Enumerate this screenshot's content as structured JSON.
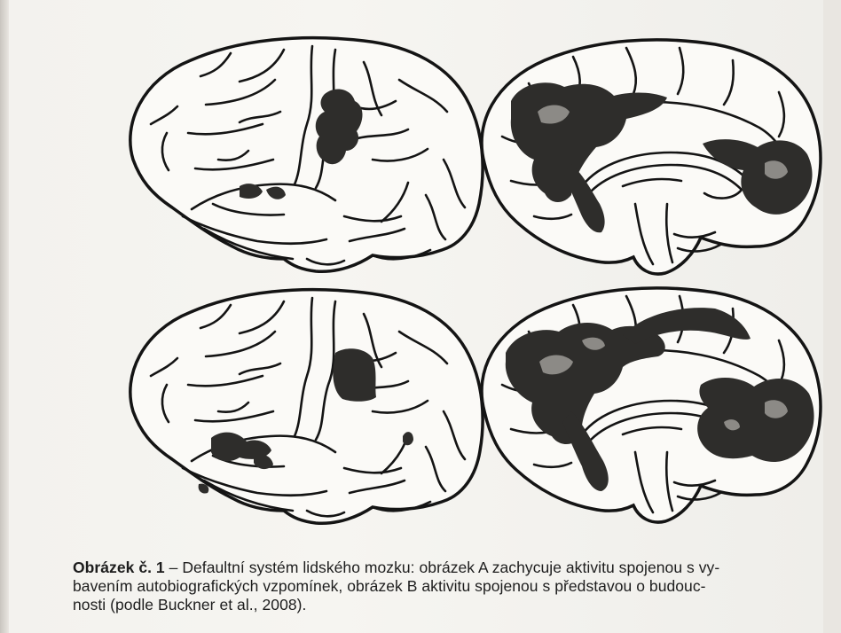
{
  "caption": {
    "label": "Obrázek č. 1",
    "lines": [
      " – Defaultní systém lidského mozku: obrázek A zachycuje aktivitu spojenou s vy-",
      "bavením autobiografických vzpomínek, obrázek B aktivitu spojenou s představou o budouc-",
      "nosti (podle Buckner et al., 2008)."
    ]
  },
  "colors": {
    "activation": "#2e2d2b",
    "activation_light": "#8c8a86",
    "paper": "#f5f4f0",
    "outline": "#141414"
  },
  "figure": {
    "panels": [
      {
        "name": "panel-a-lateral",
        "view": "lateral",
        "icon": "brain-lateral-icon"
      },
      {
        "name": "panel-a-medial",
        "view": "medial",
        "icon": "brain-medial-icon"
      },
      {
        "name": "panel-b-lateral",
        "view": "lateral",
        "icon": "brain-lateral-icon"
      },
      {
        "name": "panel-b-medial",
        "view": "medial",
        "icon": "brain-medial-icon"
      }
    ]
  }
}
